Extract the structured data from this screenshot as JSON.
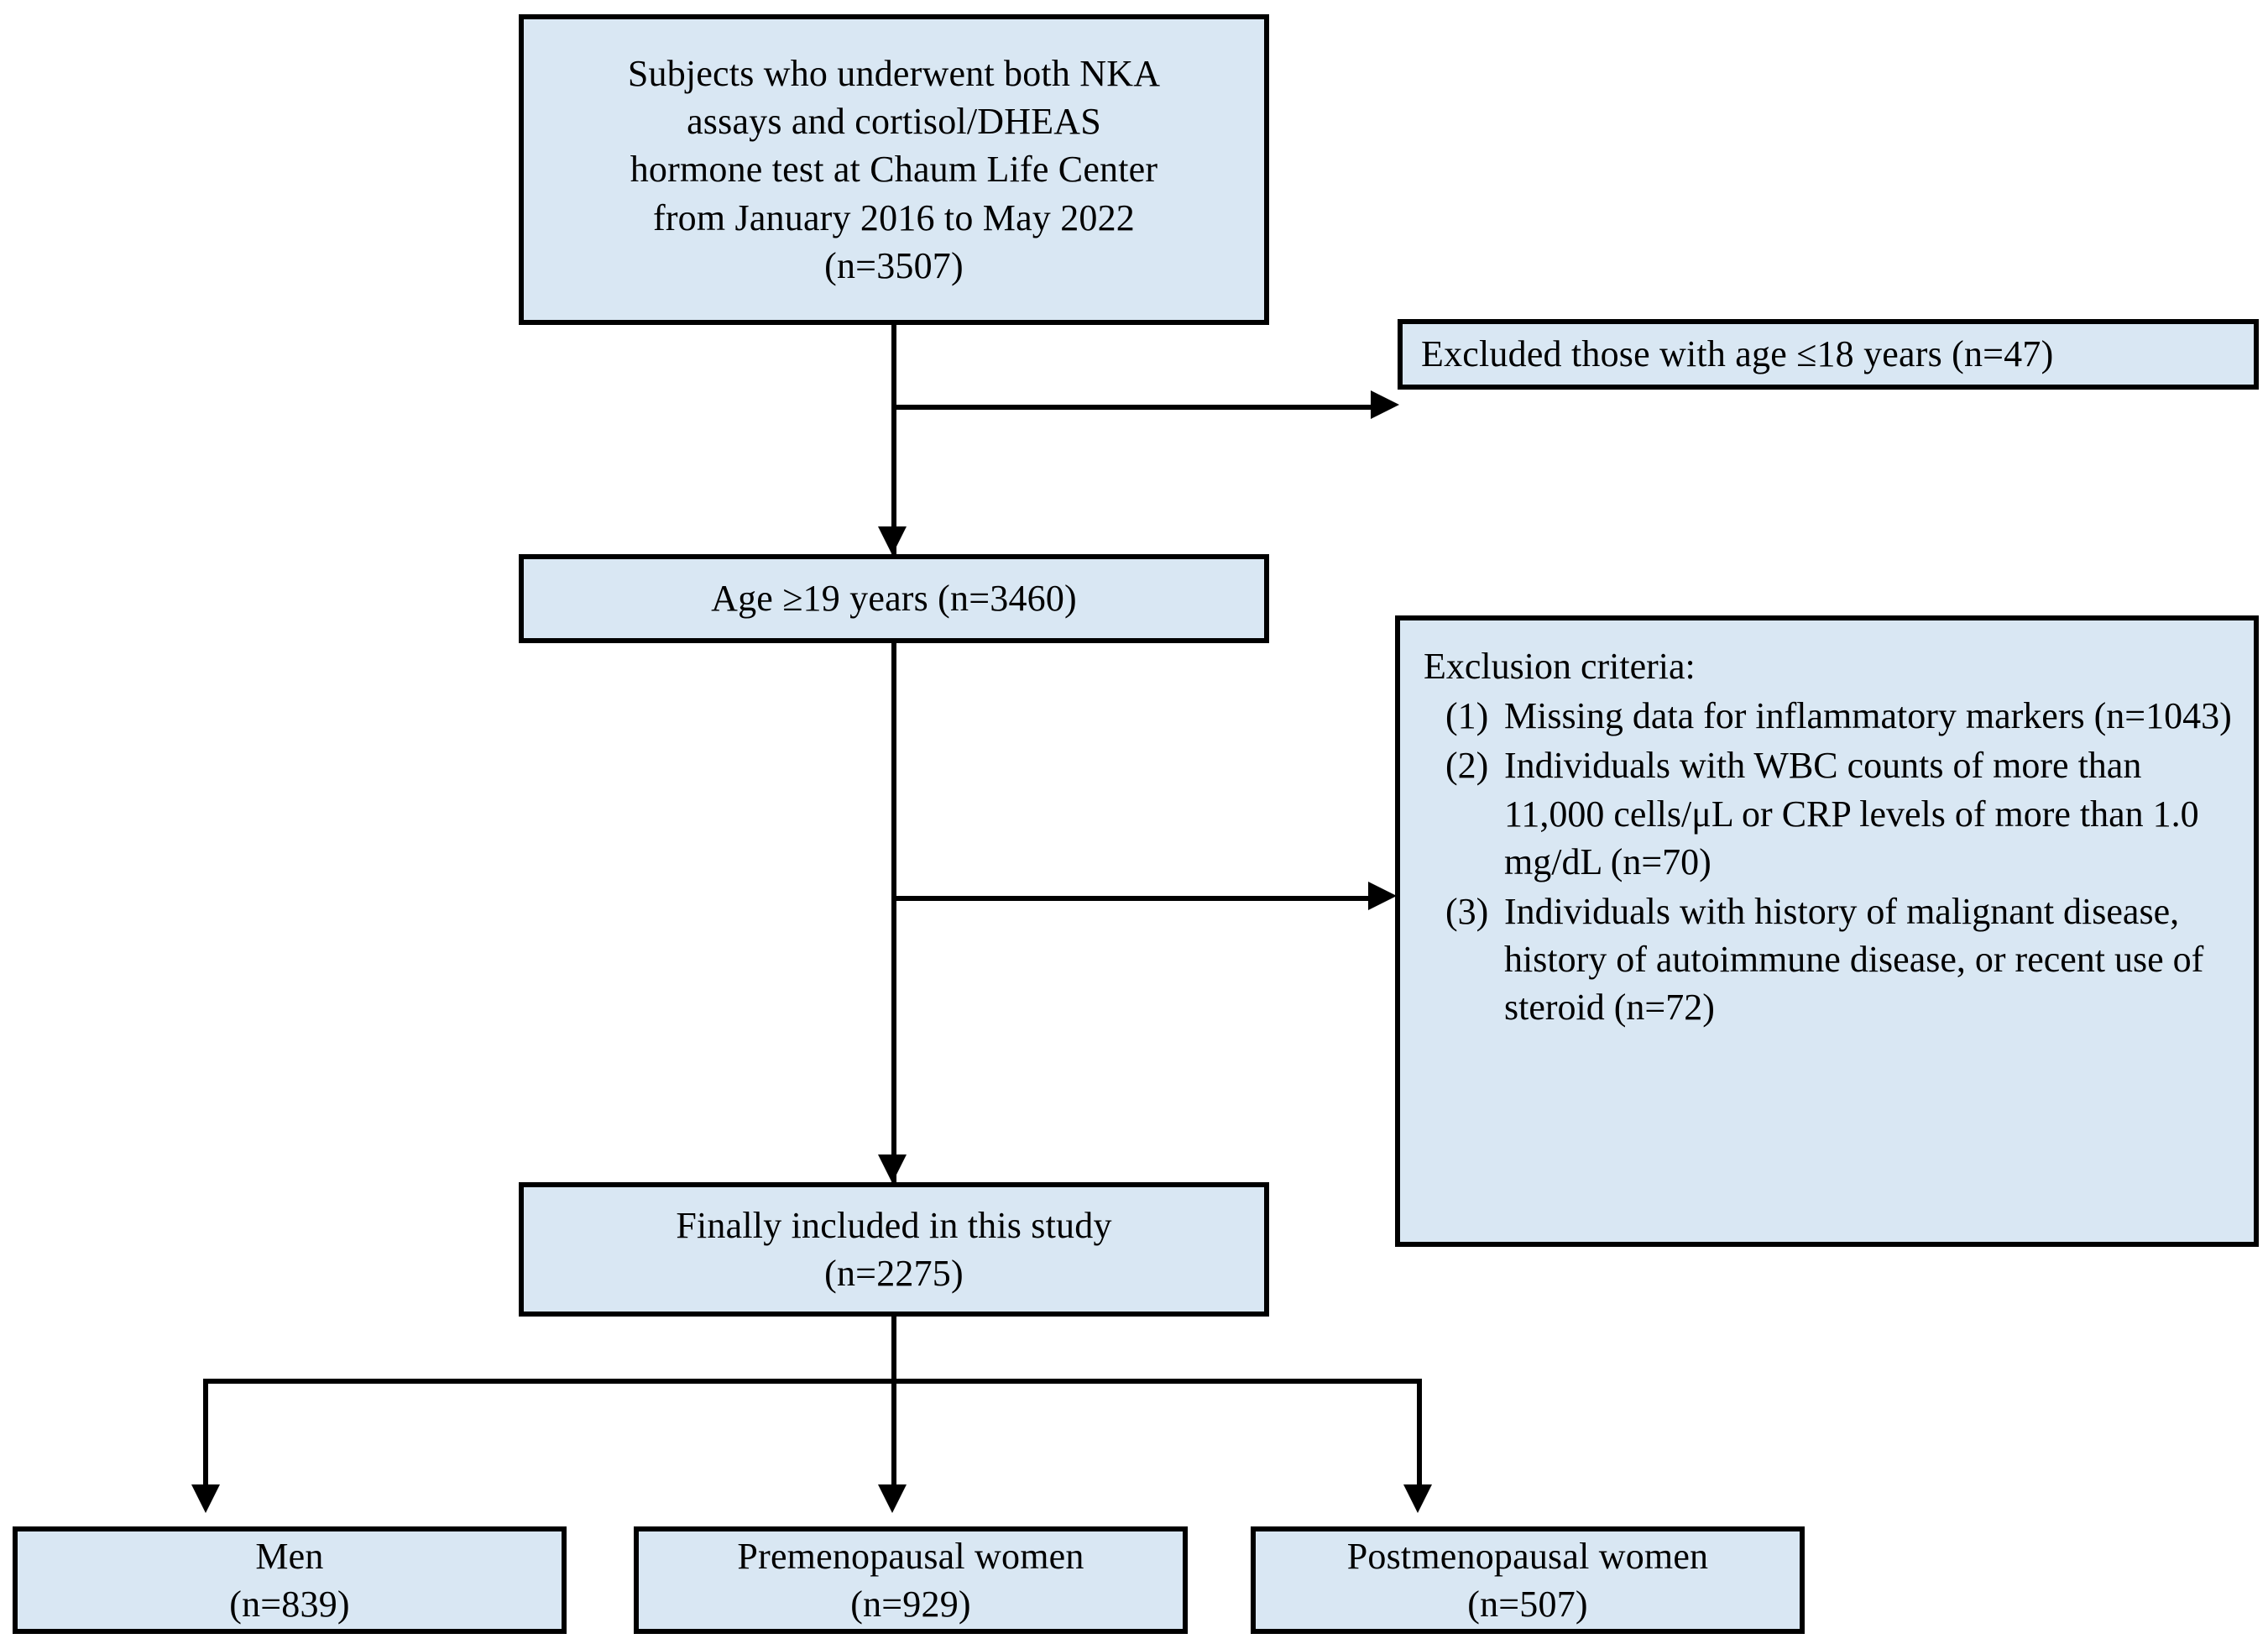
{
  "diagram": {
    "type": "flowchart",
    "title": "Study participant selection flow",
    "colors": {
      "box_fill": "#d9e7f3",
      "box_border": "#000000",
      "connector": "#000000",
      "text": "#000000",
      "background": "#ffffff"
    },
    "nodes": {
      "source": {
        "label": "Subjects who underwent both NKA\nassays and cortisol/DHEAS\nhormone test at Chaum Life Center\nfrom January 2016 to May 2022\n(n=3507)",
        "n": 3507
      },
      "excluded_age": {
        "label": "Excluded those with age ≤18 years (n=47)",
        "n": 47
      },
      "age_eligible": {
        "label": "Age ≥19 years (n=3460)",
        "n": 3460
      },
      "exclusion_criteria": {
        "heading": "Exclusion criteria:",
        "items": [
          {
            "marker": "(1)",
            "text": "Missing data for inflammatory markers (n=1043)",
            "n": 1043
          },
          {
            "marker": "(2)",
            "text": "Individuals with WBC counts of more than 11,000 cells/μL or CRP levels of more than 1.0 mg/dL (n=70)",
            "n": 70
          },
          {
            "marker": "(3)",
            "text": "Individuals with history of malignant disease, history of autoimmune disease, or recent use of steroid (n=72)",
            "n": 72
          }
        ]
      },
      "final": {
        "label": "Finally included in this study\n(n=2275)",
        "n": 2275
      },
      "men": {
        "label": "Men\n(n=839)",
        "n": 839
      },
      "premenopausal": {
        "label": "Premenopausal women\n(n=929)",
        "n": 929
      },
      "postmenopausal": {
        "label": "Postmenopausal women\n(n=507)",
        "n": 507
      }
    }
  }
}
